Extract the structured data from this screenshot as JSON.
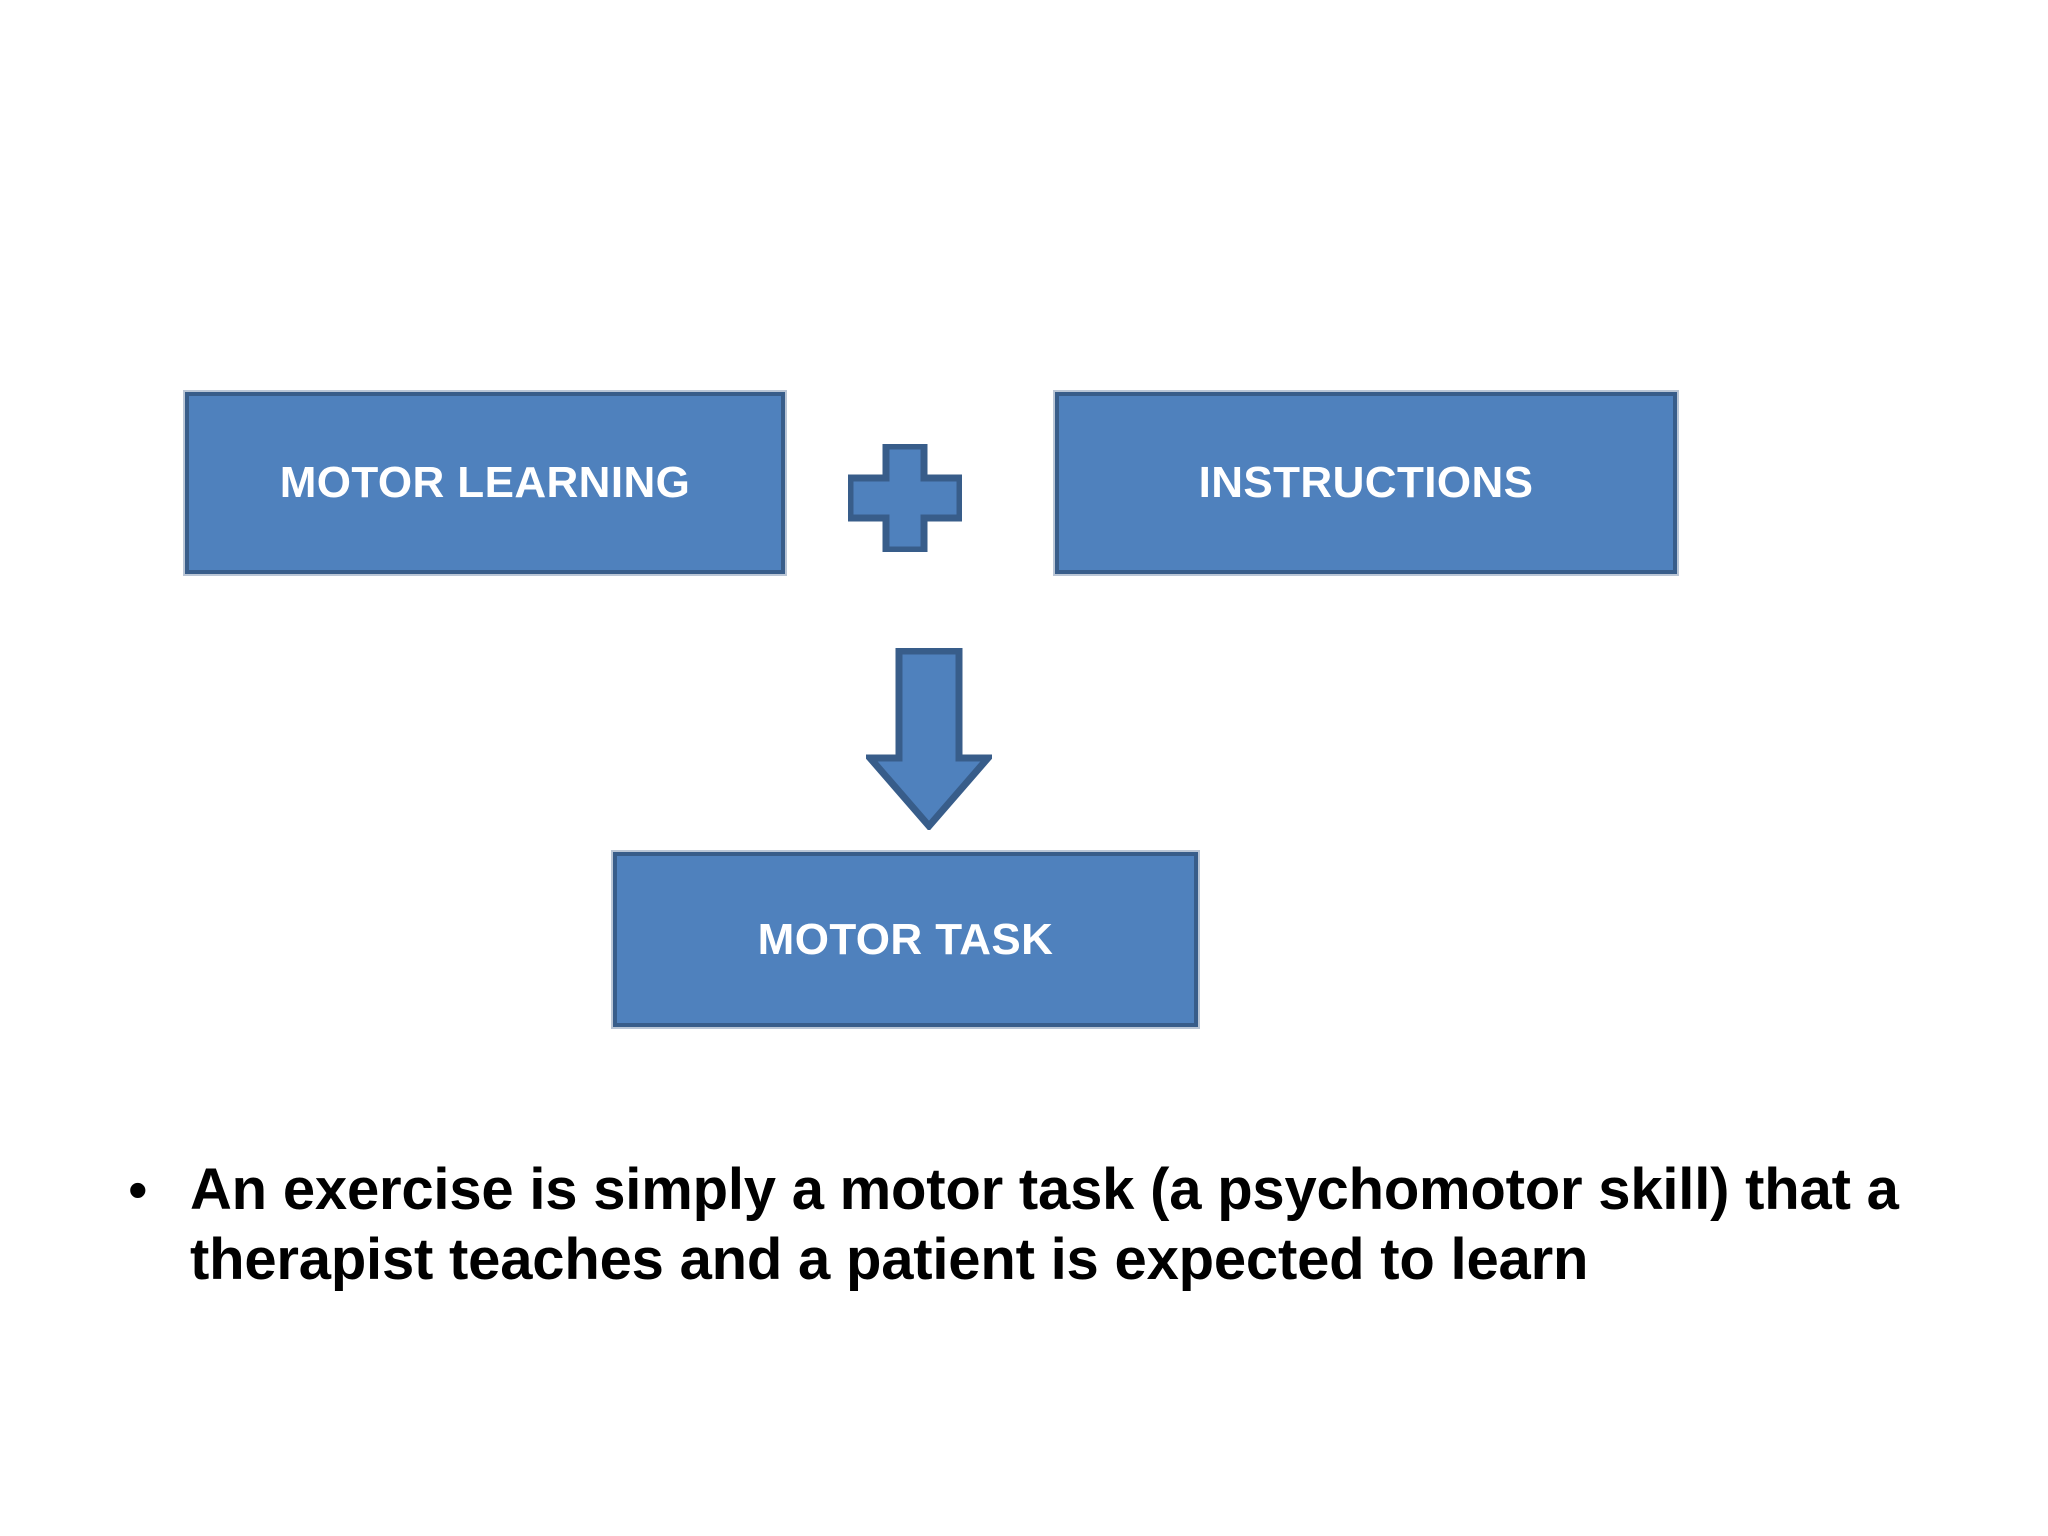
{
  "slide": {
    "background_color": "#ffffff",
    "shape_fill_color": "#4f81bd",
    "shape_border_color": "#385d8a",
    "shape_text_color": "#ffffff",
    "body_text_color": "#000000"
  },
  "diagram": {
    "type": "flowchart",
    "nodes": [
      {
        "id": "motor-learning",
        "label": "MOTOR LEARNING",
        "shape": "rectangle"
      },
      {
        "id": "instructions",
        "label": "INSTRUCTIONS",
        "shape": "rectangle"
      },
      {
        "id": "motor-task",
        "label": "MOTOR TASK",
        "shape": "rectangle"
      }
    ],
    "connectors": [
      {
        "id": "plus",
        "icon": "plus-shape",
        "between": [
          "motor-learning",
          "instructions"
        ],
        "meaning": "plus"
      },
      {
        "id": "arrow",
        "icon": "down-arrow-shape",
        "from": [
          "motor-learning",
          "instructions"
        ],
        "to": "motor-task",
        "meaning": "results in"
      }
    ]
  },
  "body": {
    "bullet_marker": "•",
    "bullet_text": "An  exercise is simply a motor task (a psychomotor skill) that a therapist teaches and a patient is expected to learn"
  }
}
